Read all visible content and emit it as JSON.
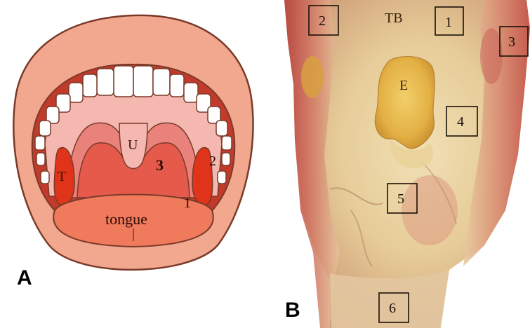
{
  "panels": {
    "a": {
      "letter": "A"
    },
    "b": {
      "letter": "B"
    }
  },
  "diagram_a": {
    "labels": {
      "uvula": "U",
      "tonsil": "T",
      "tongue": "tongue",
      "n1": "1",
      "n2": "2",
      "n3": "3"
    }
  },
  "photo_b": {
    "labels": {
      "tb": "TB",
      "e": "E"
    },
    "boxes": [
      "1",
      "2",
      "3",
      "4",
      "5",
      "6"
    ]
  },
  "colors": {
    "lips": "#f2a88e",
    "lip_outline": "#7a3a2a",
    "mouth_dark": "#c23a2a",
    "palate_pink": "#f4b8b0",
    "soft_palate": "#e8827a",
    "throat": "#e65a4c",
    "tonsil": "#e0341a",
    "tongue": "#f07a5c",
    "teeth": "#ffffff",
    "tissue": "#e8cf9c",
    "tissue_red": "#c6544e",
    "epiglottis": "#e6b446"
  }
}
